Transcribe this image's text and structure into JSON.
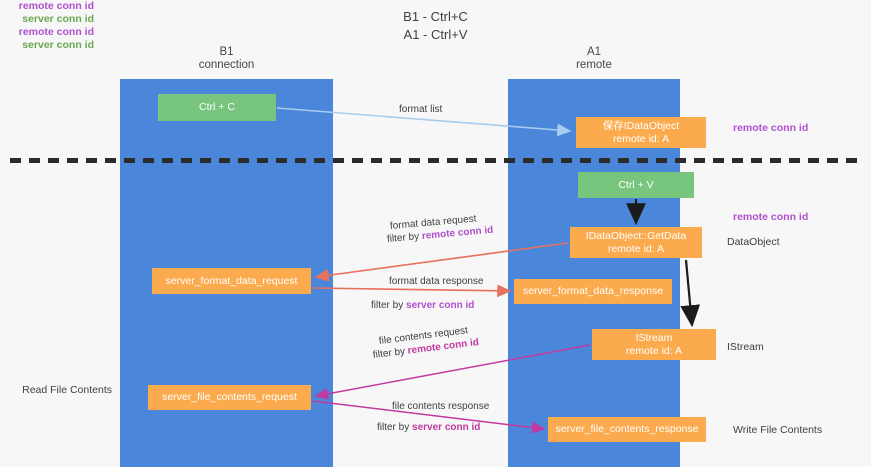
{
  "title": "B1 - Ctrl+C\nA1 - Ctrl+V",
  "lanes": [
    {
      "name": "B1",
      "header": "B1\nconnection"
    },
    {
      "name": "A1",
      "header": "A1\nremote"
    }
  ],
  "nodes": {
    "ctrl_c": "Ctrl + C",
    "save_idataobject": "保存IDataObject\nremote id: A",
    "ctrl_v": "Ctrl + V",
    "get_data": "IDataObject::GetData\nremote id: A",
    "server_format_data_request": "server_format_data_request",
    "server_format_data_response": "server_format_data_response",
    "istream": "IStream\nremote id: A",
    "server_file_contents_request": "server_file_contents_request",
    "server_file_contents_response": "server_file_contents_response"
  },
  "annotations": {
    "remote_conn_id_top": "remote conn id",
    "remote_conn_id_mid": "remote conn id",
    "dataobject": "DataObject",
    "istream_label": "IStream",
    "write_file_contents": "Write File Contents",
    "read_file_contents": "Read File Contents",
    "left_remote_conn_id_1": "remote conn id",
    "left_server_conn_id_1": "server conn id",
    "left_remote_conn_id_2": "remote conn id",
    "left_server_conn_id_2": "server conn id"
  },
  "edge_labels": {
    "format_list": "format list",
    "format_data_request": "format data request",
    "filter_by_a": "filter by ",
    "filter_remote_conn_id_a": "remote conn id",
    "format_data_response": "format data response",
    "filter_by_b": "filter by ",
    "filter_server_conn_id_b": "server conn id",
    "file_contents_request": "file contents request",
    "filter_by_c": "filter by ",
    "filter_remote_conn_id_c": "remote conn id",
    "file_contents_response": "file contents response",
    "filter_by_d": "filter by ",
    "filter_server_conn_id_d": "server conn id"
  },
  "colors": {
    "lane": "#4a86d9",
    "green_node": "#78c57e",
    "orange_node": "#fbab4e",
    "purple": "#b14fcf",
    "green_text": "#6aa84f",
    "magenta": "#c2399f",
    "red_arrow": "#e8705f",
    "blue_arrow": "#a8cdf0",
    "black_arrow": "#1b1b1b",
    "background": "#f7f7f7"
  }
}
